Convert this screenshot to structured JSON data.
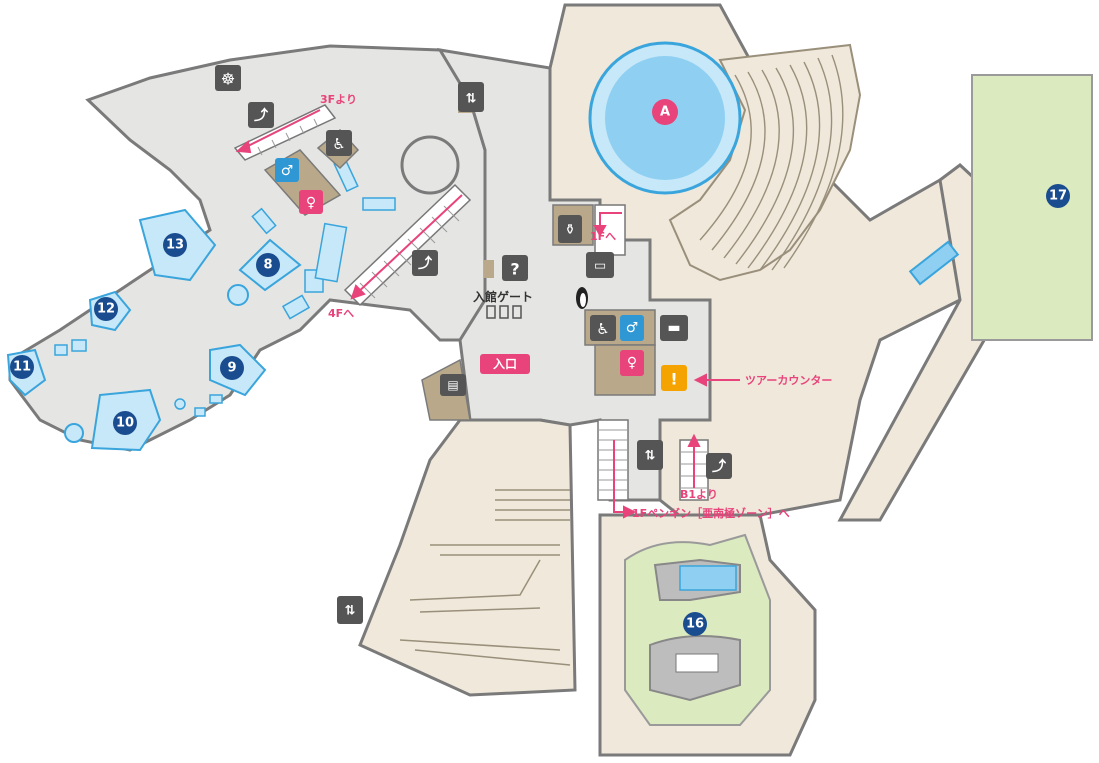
{
  "colors": {
    "floor": "#efe8db",
    "walkway": "#e5e5e3",
    "wall": "#7a7a7a",
    "tank": "#8fd0f2",
    "tank_stroke": "#3aa5dc",
    "marker": "#1a4d8f",
    "accent": "#e8437a",
    "garden": "#dceac0",
    "service": "#b9a98a"
  },
  "labels": {
    "from_3f": "3Fより",
    "to_4f": "4Fへ",
    "to_1f": "1Fへ",
    "gate": "入館ゲート",
    "entrance": "入口",
    "tour_counter": "ツアーカウンター",
    "from_b1": "B1より",
    "to_penguin": "1Fペンギン［亜南極ゾーン］へ"
  },
  "markers": {
    "m8": "8",
    "m9": "9",
    "m10": "10",
    "m11": "11",
    "m12": "12",
    "m13": "13",
    "m16": "16",
    "m17": "17",
    "mA": "A"
  },
  "icons": {
    "escalator": "escalator-icon",
    "elevator": "elevator-icon",
    "accessible_toilet": "accessible-toilet-icon",
    "mens_toilet": "mens-toilet-icon",
    "womens_toilet": "womens-toilet-icon",
    "information": "question-icon",
    "baby_bottle": "baby-bottle-icon",
    "locker": "coin-locker-icon",
    "bench": "bench-icon",
    "ticket": "ticket-icon",
    "shell": "shell-shop-icon",
    "alert": "exclamation-icon",
    "penguin": "penguin-icon"
  }
}
